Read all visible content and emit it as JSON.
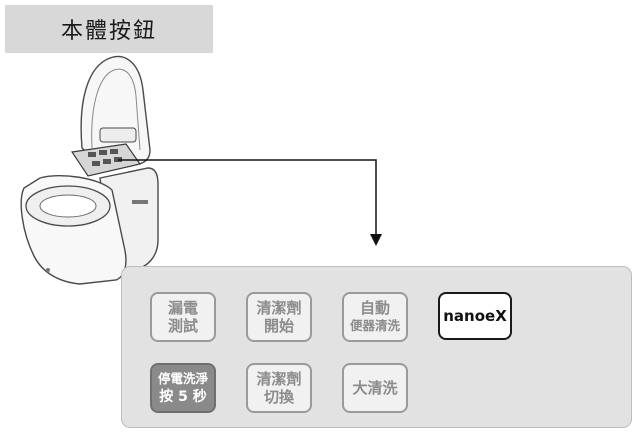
{
  "title": "本體按鈕",
  "buttons": [
    {
      "line1": "漏電",
      "line2": "測試",
      "style": "light"
    },
    {
      "line1": "清潔劑",
      "line2": "開始",
      "style": "light"
    },
    {
      "line1": "自動",
      "line2": "便器清洗",
      "style": "light"
    },
    {
      "line1": "nanoeX",
      "line2": "",
      "style": "outlined"
    },
    {
      "line1": "停電洗淨",
      "line2": "按 5 秒",
      "style": "dark"
    },
    {
      "line1": "清潔劑",
      "line2": "切換",
      "style": "light"
    },
    {
      "line1": "大清洗",
      "line2": "",
      "style": "light"
    }
  ],
  "colors": {
    "panel": "#e2e2e2",
    "button_text": "#8c8c8c",
    "dark_button": "#8a8a8a",
    "outline_accent": "#1a1a1a"
  }
}
